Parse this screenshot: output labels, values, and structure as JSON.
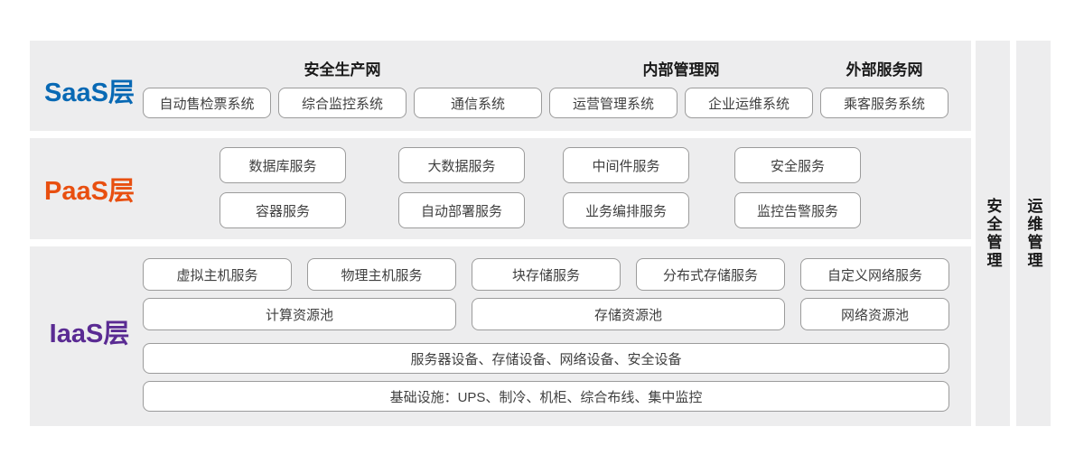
{
  "colors": {
    "panel_background": "#ededee",
    "box_background": "#ffffff",
    "box_border": "#9b9b9b",
    "box_text": "#3f3f3f",
    "group_header_text": "#1a1a1a",
    "saas_label": "#0869b4",
    "paas_label": "#e84f10",
    "iaas_label": "#5a2b93"
  },
  "layers": {
    "saas": {
      "label": "SaaS层",
      "groups": [
        {
          "header": "安全生产网",
          "boxes": [
            "自动售检票系统",
            "综合监控系统",
            "通信系统"
          ]
        },
        {
          "header": "内部管理网",
          "boxes": [
            "运营管理系统",
            "企业运维系统"
          ]
        },
        {
          "header": "外部服务网",
          "boxes": [
            "乘客服务系统"
          ]
        }
      ]
    },
    "paas": {
      "label": "PaaS层",
      "rows": [
        [
          "数据库服务",
          "大数据服务",
          "中间件服务",
          "安全服务"
        ],
        [
          "容器服务",
          "自动部署服务",
          "业务编排服务",
          "监控告警服务"
        ]
      ]
    },
    "iaas": {
      "label": "IaaS层",
      "row1": [
        "虚拟主机服务",
        "物理主机服务",
        "块存储服务",
        "分布式存储服务",
        "自定义网络服务"
      ],
      "row2": [
        "计算资源池",
        "存储资源池",
        "网络资源池"
      ],
      "row3": "服务器设备、存储设备、网络设备、安全设备",
      "row4": "基础设施：UPS、制冷、机柜、综合布线、集中监控"
    }
  },
  "sidebars": [
    {
      "label": "安全管理"
    },
    {
      "label": "运维管理"
    }
  ]
}
